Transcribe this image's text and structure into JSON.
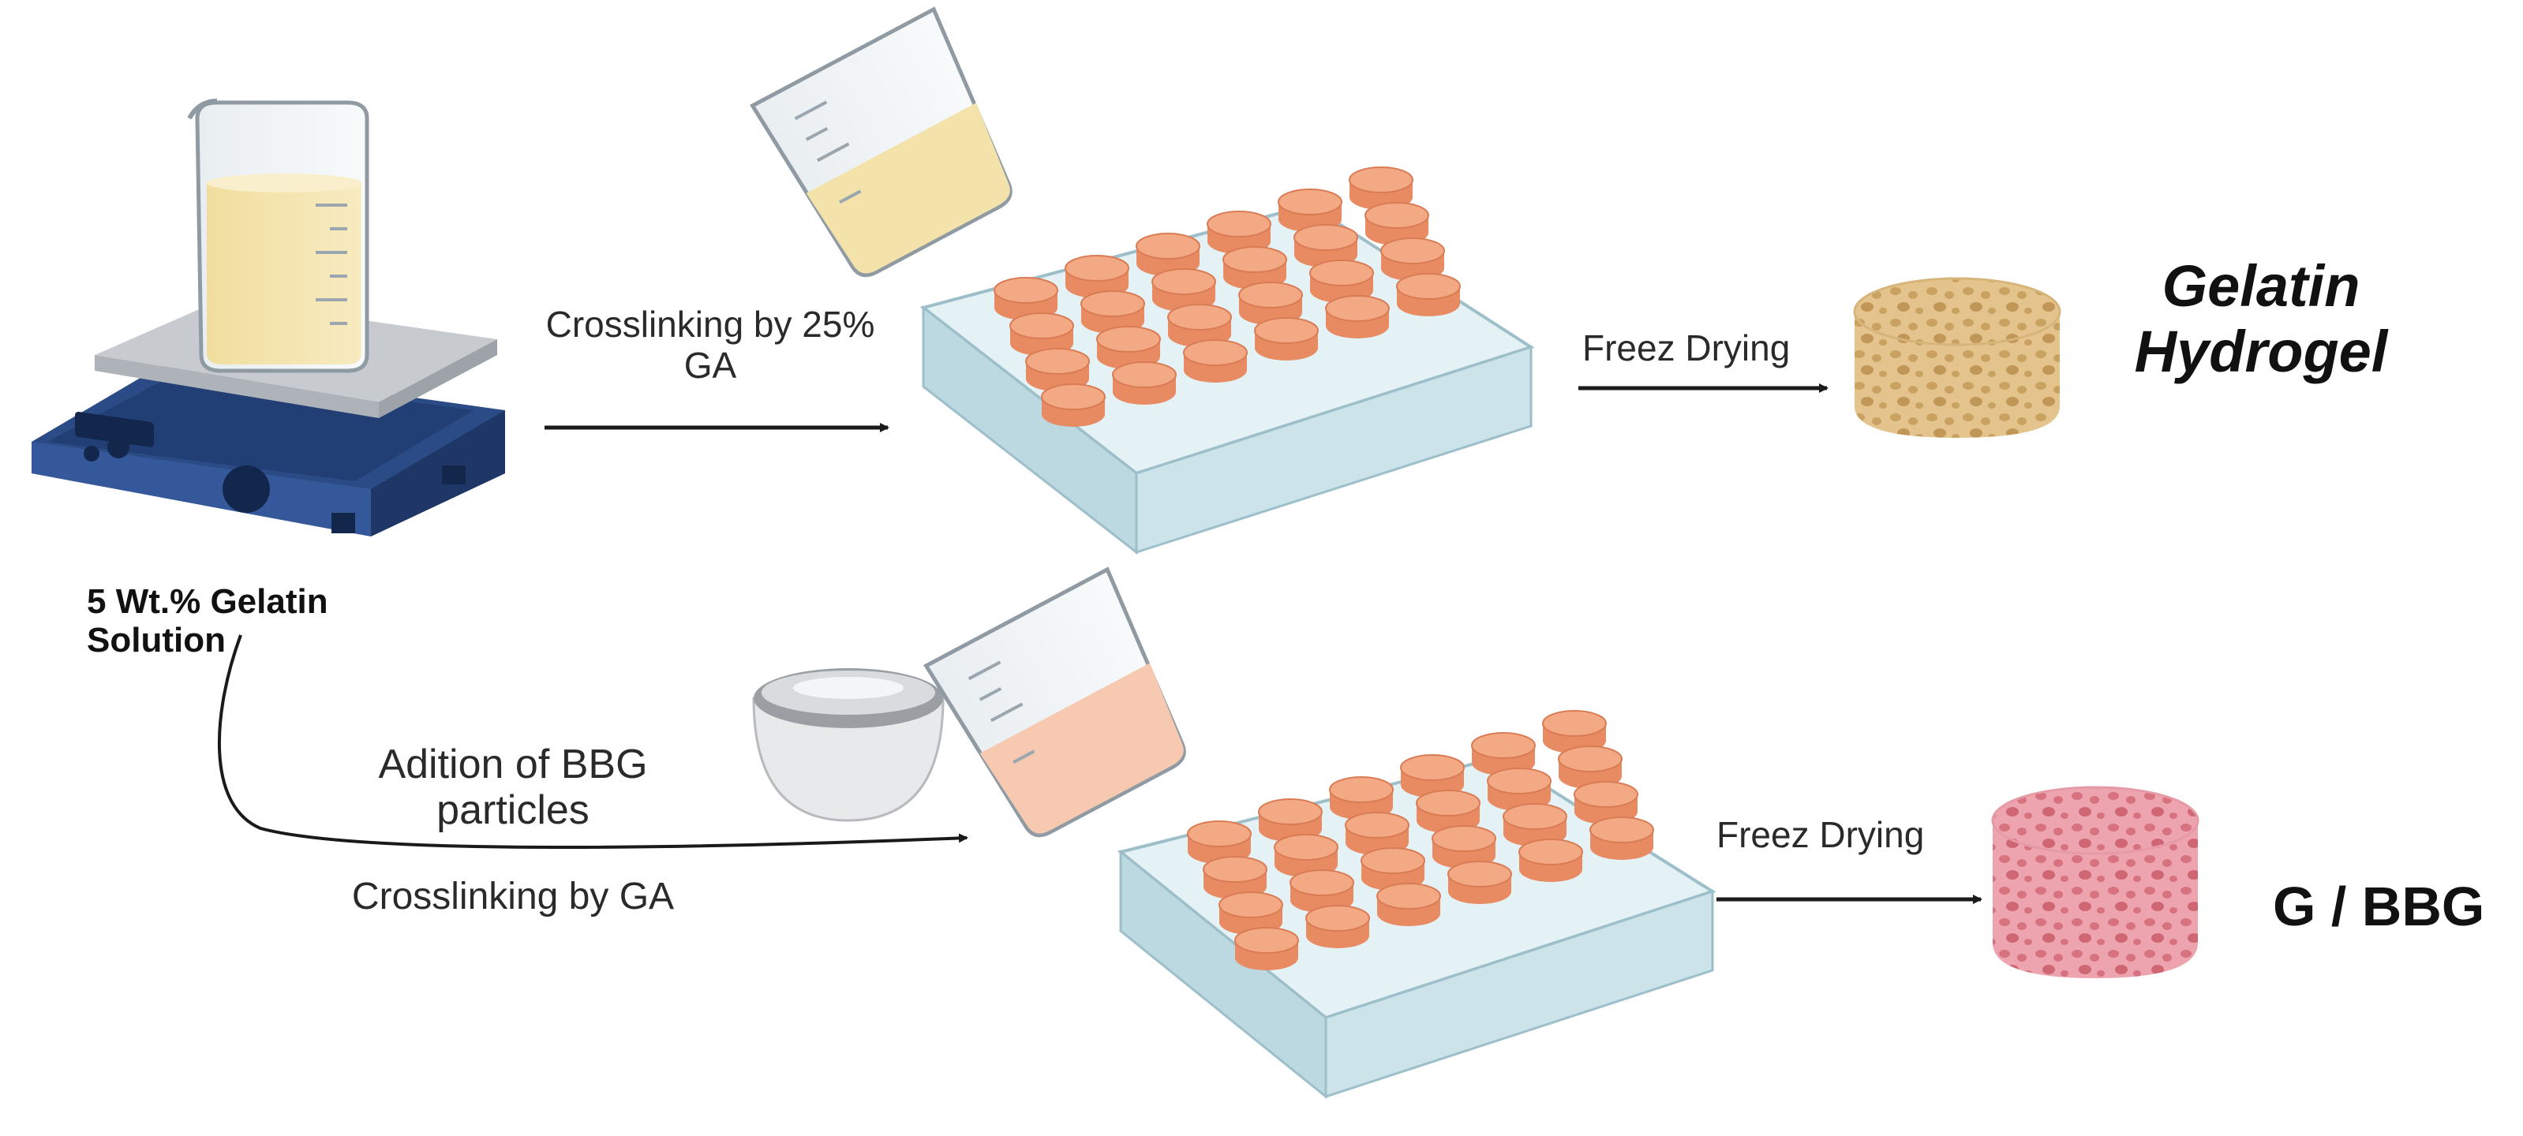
{
  "labels": {
    "source": "5 Wt.% Gelatin Solution",
    "crosslink_top": "Crosslinking by 25% GA",
    "freeze_top": "Freez Drying",
    "product_top": "Gelatin Hydrogel",
    "addition": "Adition of BBG particles",
    "crosslink_bottom": "Crosslinking by GA",
    "freeze_bottom": "Freez Drying",
    "product_bottom": "G / BBG"
  },
  "colors": {
    "stirrer_body": "#2b4b86",
    "stirrer_dark": "#1f3766",
    "plate_top": "#c9cdd2",
    "gelatin_liquid": "#f3e2a9",
    "bbg_liquid": "#f6c9b0",
    "well_fill": "#f0a07a",
    "tray": "#cfe6ee",
    "scaffold_top": "#e2c38a",
    "scaffold_bottom": "#e79aa6",
    "arrow": "#1a1a1a"
  },
  "icons": [
    "magnetic-stirrer-icon",
    "beaker-icon",
    "pouring-beaker-icon",
    "well-plate-icon",
    "gelatin-scaffold-icon",
    "bbg-powder-bowl-icon",
    "bbg-scaffold-icon"
  ]
}
